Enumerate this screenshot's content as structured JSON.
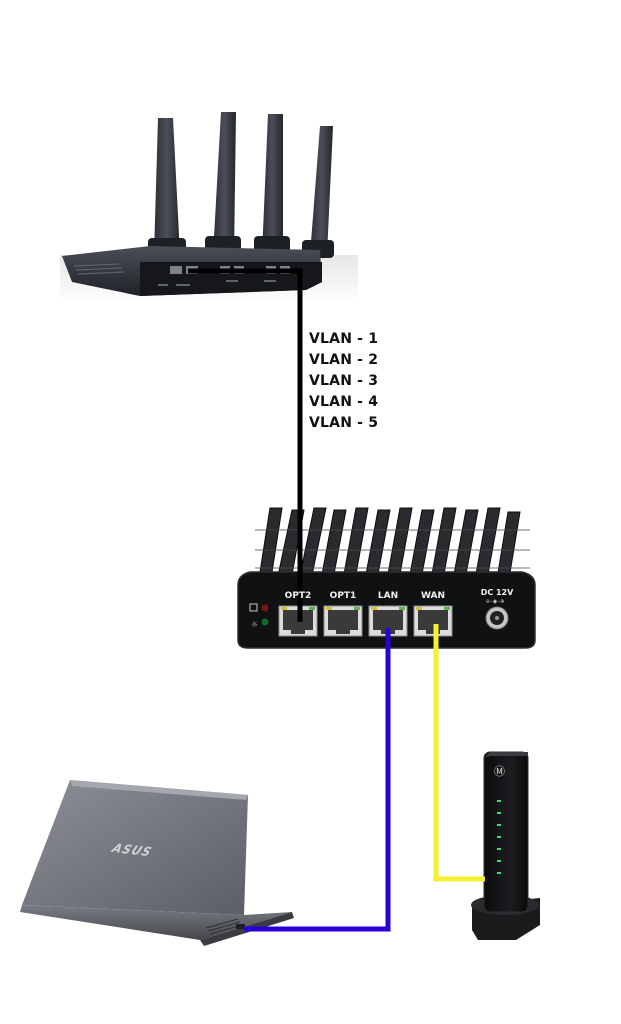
{
  "vlans": [
    "VLAN - 1",
    "VLAN - 2",
    "VLAN - 3",
    "VLAN - 4",
    "VLAN - 5"
  ],
  "firewall": {
    "ports": [
      "OPT2",
      "OPT1",
      "LAN",
      "WAN"
    ],
    "power_label": "DC 12V"
  },
  "laptop": {
    "logo": "ASUS"
  },
  "cable_colors": {
    "trunk": "#000000",
    "lan": "#2a00d6",
    "wan": "#f4f230"
  },
  "devices": [
    "wifi-router",
    "mini-pc-firewall",
    "laptop",
    "cable-modem"
  ]
}
